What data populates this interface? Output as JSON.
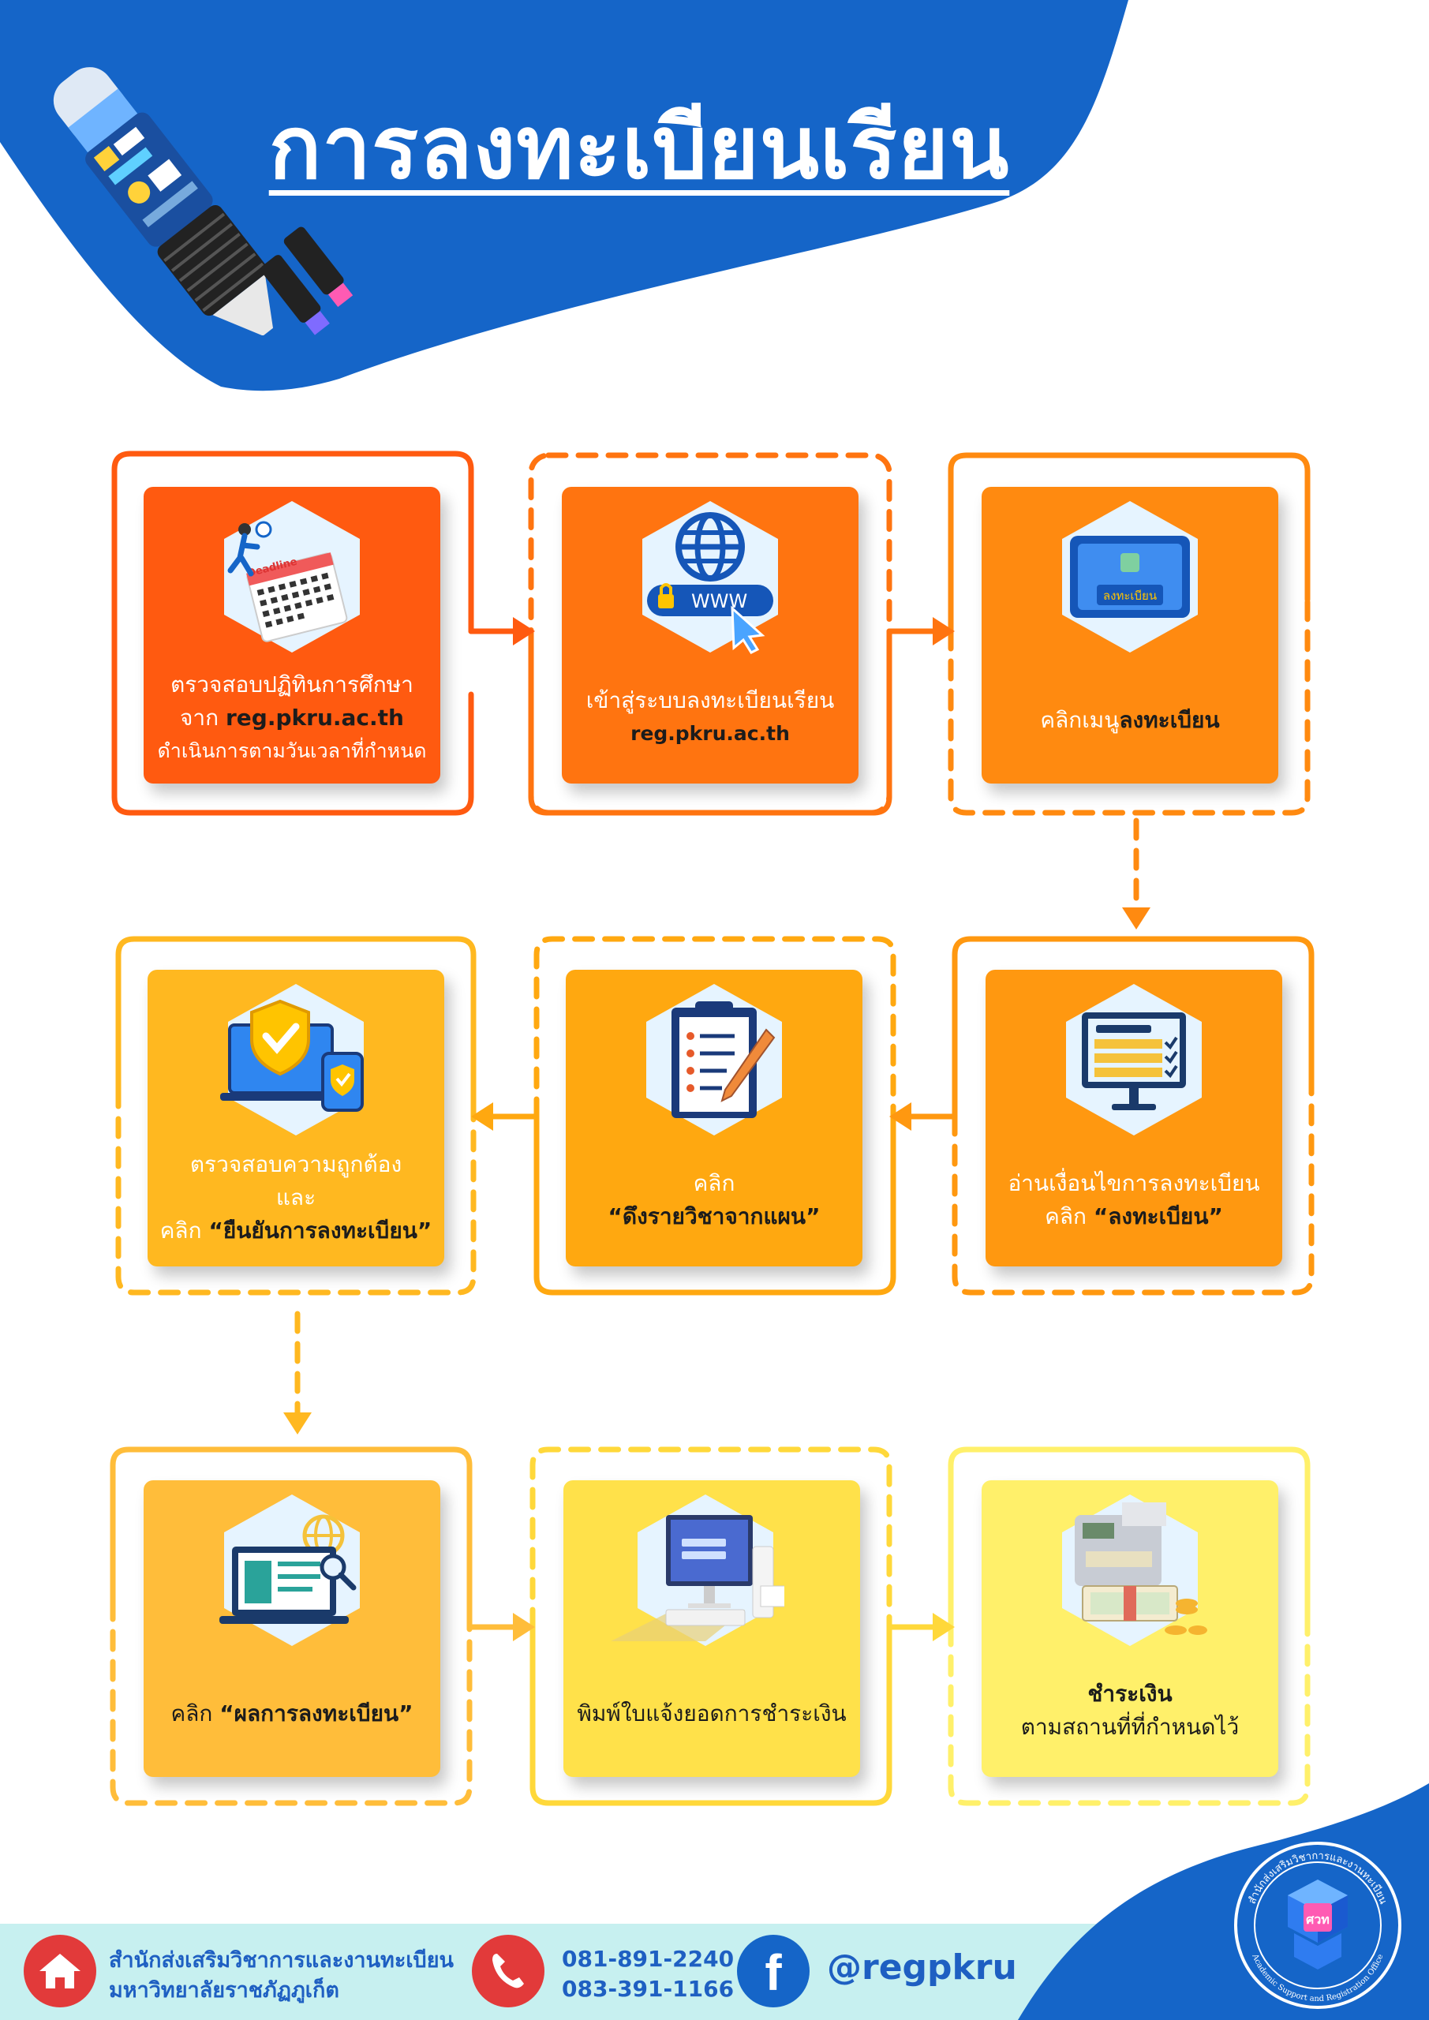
{
  "title": "การลงทะเบียนเรียน",
  "steps": {
    "s1": {
      "line1": "ตรวจสอบปฏิทินการศึกษา",
      "line2a": "จาก ",
      "line2b": "reg.pkru.ac.th",
      "line3": "ดำเนินการตามวันเวลาที่กำหนด",
      "deadline": "Deadline"
    },
    "s2": {
      "line1": "เข้าสู่ระบบลงทะเบียนเรียน",
      "line2": "reg.pkru.ac.th",
      "www": "WWW"
    },
    "s3": {
      "line1a": "คลิกเมนู",
      "line1b": "ลงทะเบียน",
      "screen": "ลงทะเบียน"
    },
    "s4": {
      "line1": "อ่านเงื่อนไขการลงทะเบียน",
      "line2a": "คลิก ",
      "line2b": "“ลงทะเบียน”"
    },
    "s5": {
      "line1": "คลิก",
      "line2": "“ดึงรายวิชาจากแผน”"
    },
    "s6": {
      "line1": "ตรวจสอบความถูกต้อง",
      "line2": "และ",
      "line3a": "คลิก ",
      "line3b": "“ยืนยันการลงทะเบียน”"
    },
    "s7": {
      "line1a": "คลิก ",
      "line1b": "“ผลการลงทะเบียน”"
    },
    "s8": {
      "line1": "พิมพ์ใบแจ้งยอดการชำระเงิน"
    },
    "s9": {
      "line1": "ชำระเงิน",
      "line2": "ตามสถานที่ที่กำหนดไว้"
    }
  },
  "footer": {
    "office_line1": "สำนักส่งเสริมวิชาการและงานทะเบียน",
    "office_line2": "มหาวิทยาลัยราชภัฏภูเก็ต",
    "phone1": "081-891-2240",
    "phone2": "083-391-1166",
    "facebook": "@regpkru",
    "logo_top": "สำนักส่งเสริมวิชาการและงานทะเบียน",
    "logo_bottom": "Academic Support and Registration Office",
    "logo_mark": "ศวท"
  },
  "colors": {
    "blue": "#1565c8",
    "row1_card1": "#ff5a10",
    "row1_card2": "#ff7410",
    "row1_card3": "#ff8a10",
    "row2": "#ffab10",
    "row3_card1": "#ffbd3a",
    "row3_card2": "#ffe14a",
    "row3_card3": "#fff06a",
    "footer_band": "#c7f0f0"
  }
}
